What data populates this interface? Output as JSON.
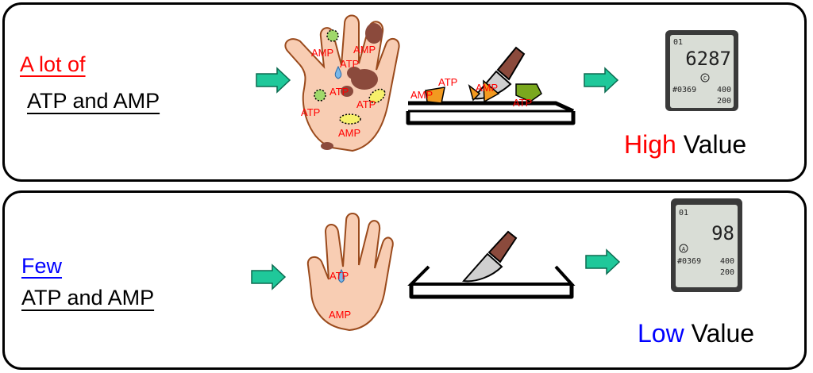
{
  "top": {
    "heading": "A lot of",
    "subheading": "ATP and AMP",
    "result_word": "High",
    "result_suffix": "Value",
    "hand_labels": [
      "AMP",
      "AMP",
      "ATP",
      "ATP",
      "ATP",
      "ATP",
      "AMP"
    ],
    "board_labels": [
      "ATP",
      "AMP",
      "AMP",
      "ATP"
    ],
    "meter": {
      "channel": "01",
      "reading": "6287",
      "mode": "C",
      "sample_id": "#0369",
      "limit_upper": "400",
      "limit_lower": "200"
    }
  },
  "bottom": {
    "heading": "Few",
    "subheading": "ATP and AMP",
    "result_word": "Low",
    "result_suffix": "Value",
    "hand_labels": [
      "ATP",
      "AMP"
    ],
    "meter": {
      "channel": "01",
      "reading": "98",
      "mode": "A",
      "sample_id": "#0369",
      "limit_upper": "400",
      "limit_lower": "200"
    }
  },
  "colors": {
    "red": "#ff0000",
    "blue": "#0000ff",
    "arrow": "#1fc89a",
    "skin": "#f8cdb3",
    "dirt": "#8b4a3c"
  },
  "icons": [
    "arrow-right-icon",
    "hand-icon",
    "cutting-board-icon",
    "knife-icon",
    "bacteria-icon",
    "water-drop-icon",
    "atp-meter-icon"
  ]
}
